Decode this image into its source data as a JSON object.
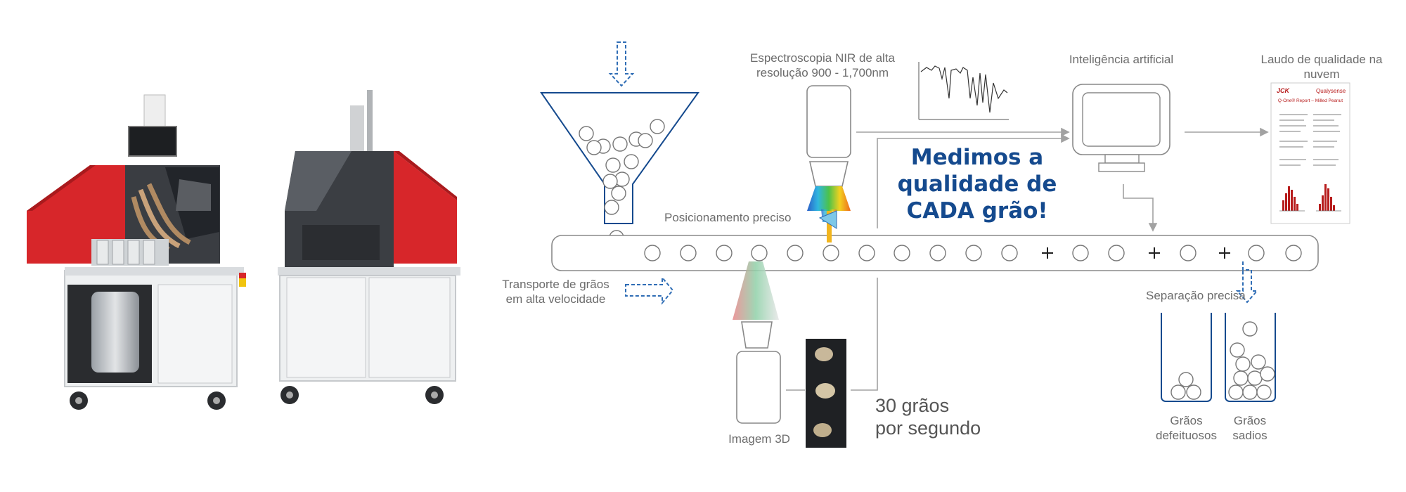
{
  "labels": {
    "nir": "Espectroscopia NIR de alta resolução 900 - 1,700nm",
    "ai": "Inteligência artificial",
    "report": "Laudo de qualidade na nuvem",
    "positioning": "Posicionamento preciso",
    "transport": "Transporte de grãos em alta velocidade",
    "imaging": "Imagem 3D",
    "separation": "Separação precisa",
    "defective": "Grãos defeituosos",
    "healthy": "Grãos sadios"
  },
  "headline": {
    "line1": "Medimos a",
    "line2": "qualidade de",
    "line3": "CADA grão!"
  },
  "rate": {
    "line1": "30 grãos",
    "line2": "por segundo"
  },
  "report_card": {
    "brand_left": "JCK",
    "brand_right": "Qualysense",
    "title": "Q-One® Report – Milled Peanut"
  },
  "colors": {
    "accent_blue": "#154a8e",
    "dash_blue": "#2f6db5",
    "machine_red": "#d7262a",
    "line_gray": "#9a9a9a"
  }
}
